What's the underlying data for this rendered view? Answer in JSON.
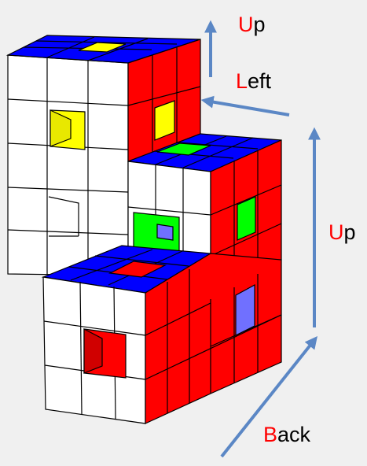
{
  "labels": {
    "up_top": {
      "first": "U",
      "rest": "p"
    },
    "left": {
      "first": "L",
      "rest": "eft"
    },
    "up_right": {
      "first": "U",
      "rest": "p"
    },
    "back": {
      "first": "B",
      "rest": "ack"
    }
  },
  "colors": {
    "background": "#f0f0f0",
    "cube_top": "#0000ff",
    "cube_right": "#ff0000",
    "cube_front": "#ffffff",
    "hole_yellow": "#ffff00",
    "hole_green": "#00ff00",
    "hole_lavender": "#7070ff",
    "edge": "#000000",
    "arrow": "#5b87c5",
    "label_accent": "#ff0000",
    "label_text": "#000000"
  }
}
